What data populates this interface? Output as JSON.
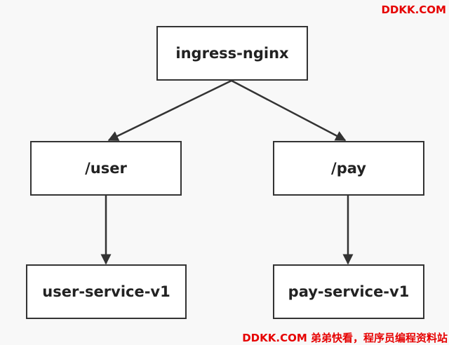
{
  "nodes": {
    "root": "ingress-nginx",
    "user": "/user",
    "pay": "/pay",
    "user_service": "user-service-v1",
    "pay_service": "pay-service-v1"
  },
  "watermark": {
    "top": "DDKK.COM",
    "bottom": "DDKK.COM 弟弟快看，程序员编程资料站"
  },
  "colors": {
    "watermark": "#e60000",
    "stroke": "#333333",
    "background": "#f8f8f8"
  }
}
